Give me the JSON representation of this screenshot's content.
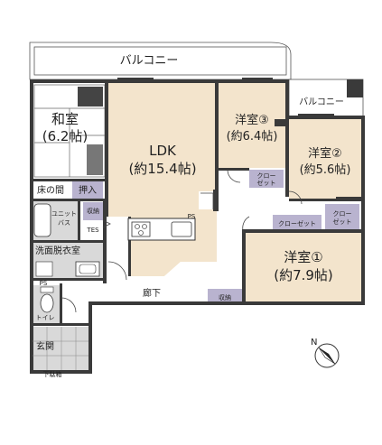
{
  "rooms": {
    "balcony_top": "バルコニー",
    "balcony_right": "バルコニー",
    "washitsu_name": "和室",
    "washitsu_size": "(6.2帖)",
    "ldk_name": "LDK",
    "ldk_size": "(約15.4帖)",
    "room3_name": "洋室③",
    "room3_size": "(約6.4帖)",
    "room2_name": "洋室②",
    "room2_size": "(約5.6帖)",
    "room1_name": "洋室①",
    "room1_size": "(約7.9帖)",
    "tokonoma": "床の間",
    "oshiire": "押入",
    "unit_bath": "ユニット\nバス",
    "shuno_kitchen": "収納",
    "tes": "TES",
    "senmen": "洗面脱衣室",
    "ps_left": "PS",
    "ps_center": "PS",
    "toilet": "トイレ",
    "genkan": "玄関",
    "getabako": "下駄箱",
    "rouka": "廊下",
    "shuno_hall": "収納",
    "closet3": "クロー\nゼット",
    "closet2": "クロー\nゼット",
    "closet1": "クローゼット"
  },
  "compass": {
    "label": "N"
  },
  "colors": {
    "wood": "#f3e4cc",
    "closet": "#b9b3cf",
    "wet": "#d9d9d9",
    "wall": "#3a3a3a"
  }
}
